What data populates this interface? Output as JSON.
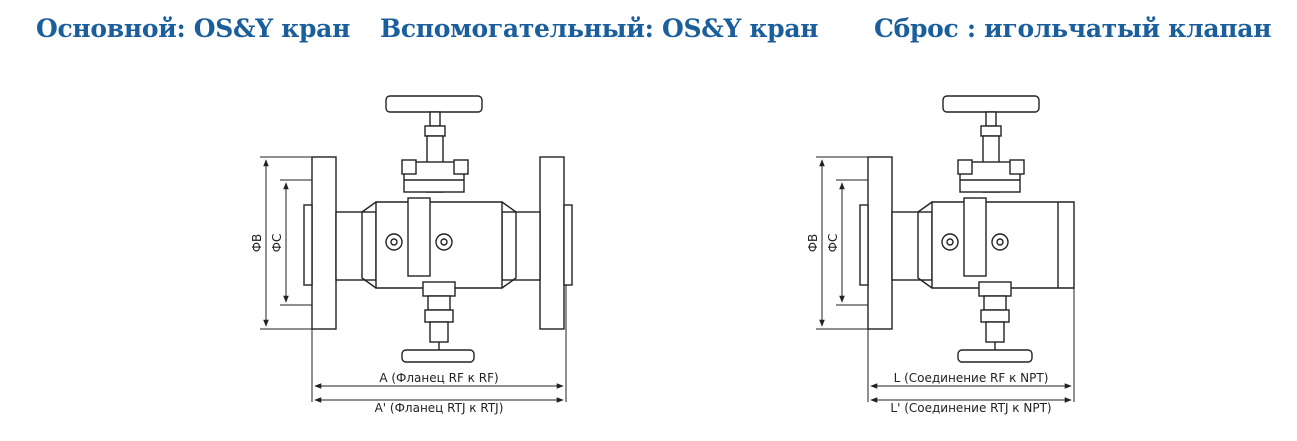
{
  "titles": {
    "main": "Основной: OS&Y кран",
    "auxiliary": "Вспомогательный: OS&Y кран",
    "drain": "Сброс : игольчатый клапан"
  },
  "left_drawing": {
    "dim_outer_dia": "ФB",
    "dim_inner_dia": "ФC",
    "length_label": "A (Фланец RF к RF)",
    "length_label_alt": "A' (Фланец RTJ к RTJ)"
  },
  "right_drawing": {
    "dim_outer_dia": "ФB",
    "dim_inner_dia": "ФC",
    "length_label": "L (Соединение RF к NPT)",
    "length_label_alt": "L' (Соединение RTJ к NPT)"
  },
  "colors": {
    "title": "#1b5e9c",
    "line": "#222222",
    "body_fill": "#ffffff"
  }
}
